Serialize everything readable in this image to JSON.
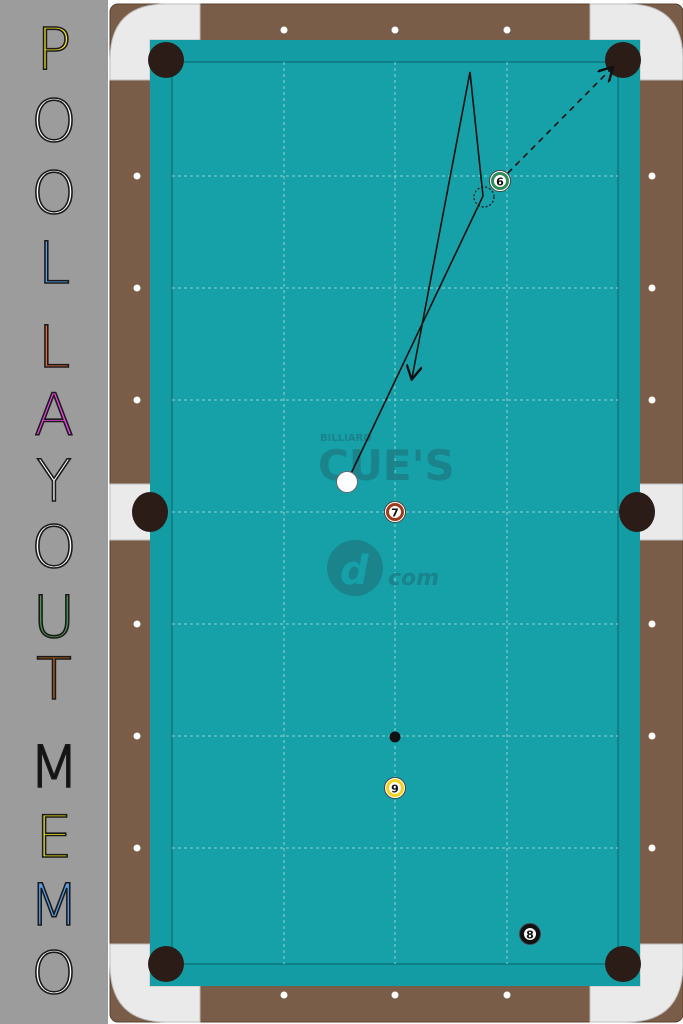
{
  "app": {
    "title_letters": [
      {
        "char": "P",
        "color": "#f2e21e"
      },
      {
        "char": "O",
        "color": "#ffffff"
      },
      {
        "char": "O",
        "color": "#ffffff"
      },
      {
        "char": "L",
        "color": "#5aa0ec"
      },
      {
        "char": "L",
        "color": "#f06a3a"
      },
      {
        "char": "A",
        "color": "#ee45e6"
      },
      {
        "char": "Y",
        "color": "#ffffff"
      },
      {
        "char": "O",
        "color": "#ffffff"
      },
      {
        "char": "U",
        "color": "#4c9a4c"
      },
      {
        "char": "T",
        "color": "#b8641e"
      },
      {
        "char": "M",
        "color": "#111111"
      },
      {
        "char": "E",
        "color": "#f2e21e"
      },
      {
        "char": "M",
        "color": "#5aa0ec"
      },
      {
        "char": "O",
        "color": "#ffffff"
      }
    ]
  },
  "table": {
    "cloth_color": "#16a0a8",
    "rail_color": "#7a5d48",
    "watermark": {
      "small": "BILLIARD",
      "main": "CUE'S",
      "mark": "d",
      "suffix": "com"
    }
  },
  "balls": [
    {
      "id": "cue",
      "label": "",
      "fill": "#ffffff"
    },
    {
      "id": "six",
      "label": "6",
      "fill": "#2e8b57",
      "stripe": true
    },
    {
      "id": "seven",
      "label": "7",
      "fill": "#9b3b1b",
      "stripe": true
    },
    {
      "id": "nine",
      "label": "9",
      "fill": "#f2d21e",
      "stripe": true
    },
    {
      "id": "eight",
      "label": "8",
      "fill": "#111111",
      "stripe": false
    }
  ]
}
